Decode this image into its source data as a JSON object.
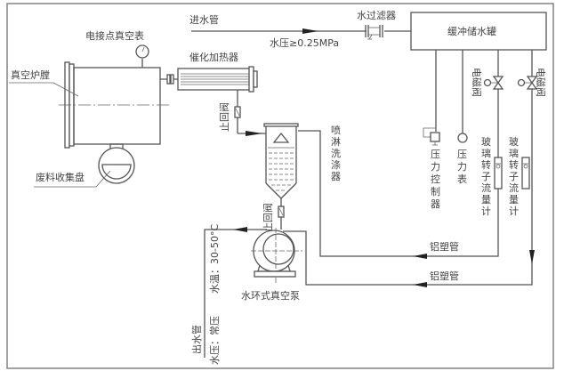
{
  "diagram": {
    "title": "",
    "components": {
      "inlet_pipe": "进水管",
      "inlet_pressure": "水压≥0.25MPa",
      "water_filter": "水过滤器",
      "buffer_tank": "缓冲储水罐",
      "vacuum_gauge": "电接点真空表",
      "furnace_chamber": "真空炉膛",
      "catalytic_heater": "催化加热器",
      "waste_tray": "废料收集盘",
      "check_valve_1": "止回阀",
      "check_valve_2": "止回阀",
      "spray_scrubber": "喷淋洗涤器",
      "vacuum_pump": "水环式真空泵",
      "pressure_controller": "压力控制器",
      "pressure_gauge": "压力表",
      "solenoid_valve_1": "电磁阀",
      "solenoid_valve_2": "电磁阀",
      "flowmeter_1": "玻璃转子流量计",
      "flowmeter_2": "玻璃转子流量计",
      "pipe_label_1": "铝塑管",
      "pipe_label_2": "铝塑管",
      "water_temp": "水温：30-50°C",
      "outlet_pipe": "出水管",
      "outlet_pressure": "水压：常压"
    },
    "colors": {
      "line": "#555555",
      "frame": "#8a8a8a",
      "text": "#444444",
      "arrow": "#222222"
    }
  }
}
